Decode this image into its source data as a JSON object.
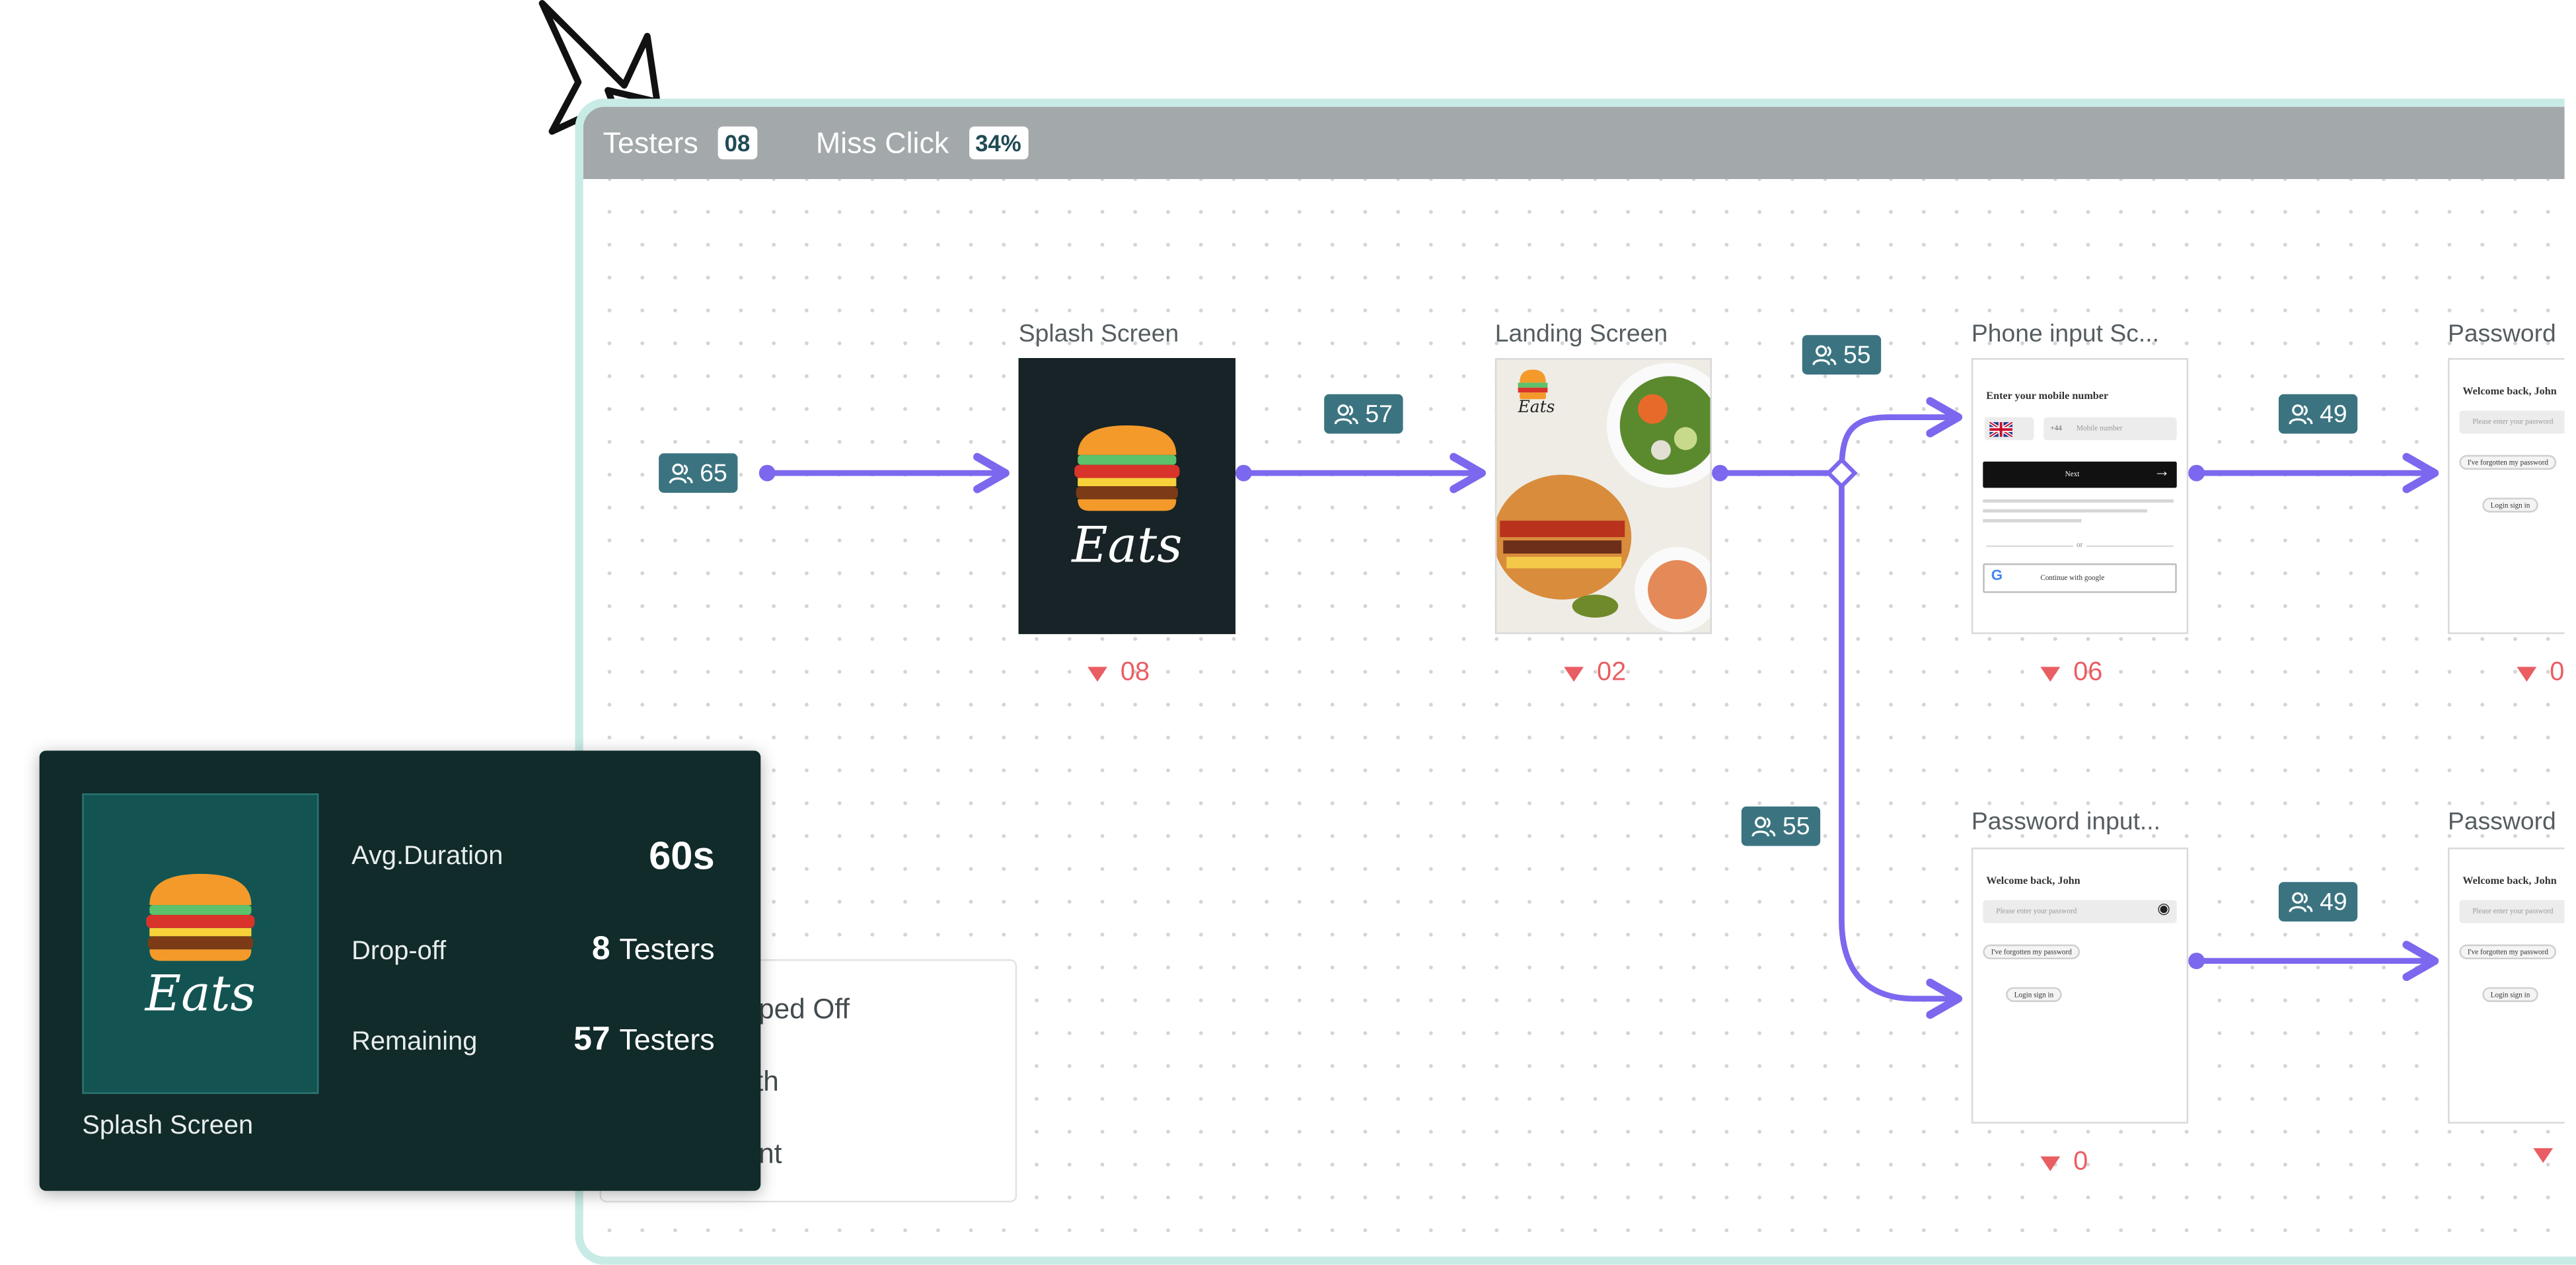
{
  "topbar": {
    "testers_label": "Testers",
    "testers_value": "08",
    "miss_click_label": "Miss Click",
    "miss_click_value": "34%"
  },
  "colors": {
    "flow": "#7b68ee",
    "pill": "#3b7480",
    "drop": "#e95e63",
    "popup_bg": "#112a2a",
    "frame_border": "#c8ebe6"
  },
  "flow": {
    "start_count": "65",
    "edge_splash_landing": "57",
    "edge_landing_phone": "55",
    "edge_landing_password": "55",
    "edge_phone_password": "49",
    "edge_password_password": "49"
  },
  "nodes": [
    {
      "title": "Splash Screen",
      "drop": "08",
      "brand": "Eats"
    },
    {
      "title": "Landing Screen",
      "drop": "02",
      "brand": "Eats"
    },
    {
      "title": "Phone input Sc...",
      "drop": "06"
    },
    {
      "title": "Password",
      "drop": "0"
    },
    {
      "title": "Password input...",
      "drop": "0"
    },
    {
      "title": "Password",
      "drop": ""
    }
  ],
  "phone_screen": {
    "heading": "Enter your mobile number",
    "code": "+44",
    "placeholder": "Mobile number",
    "next": "Next",
    "or": "or",
    "google": "Continue with google"
  },
  "password_screen": {
    "heading": "Welcome back, John",
    "placeholder": "Please enter your password",
    "forgot": "I've forgotten my password",
    "login": "Login sign in"
  },
  "legend": {
    "items": [
      "rs Dropped Off",
      "ned Path",
      "ter Count"
    ]
  },
  "popup": {
    "caption": "Splash Screen",
    "brand": "Eats",
    "avg_label": "Avg.Duration",
    "avg_value": "60s",
    "dropoff_label": "Drop-off",
    "dropoff_value": "8",
    "dropoff_unit": "Testers",
    "remaining_label": "Remaining",
    "remaining_value": "57",
    "remaining_unit": "Testers"
  }
}
